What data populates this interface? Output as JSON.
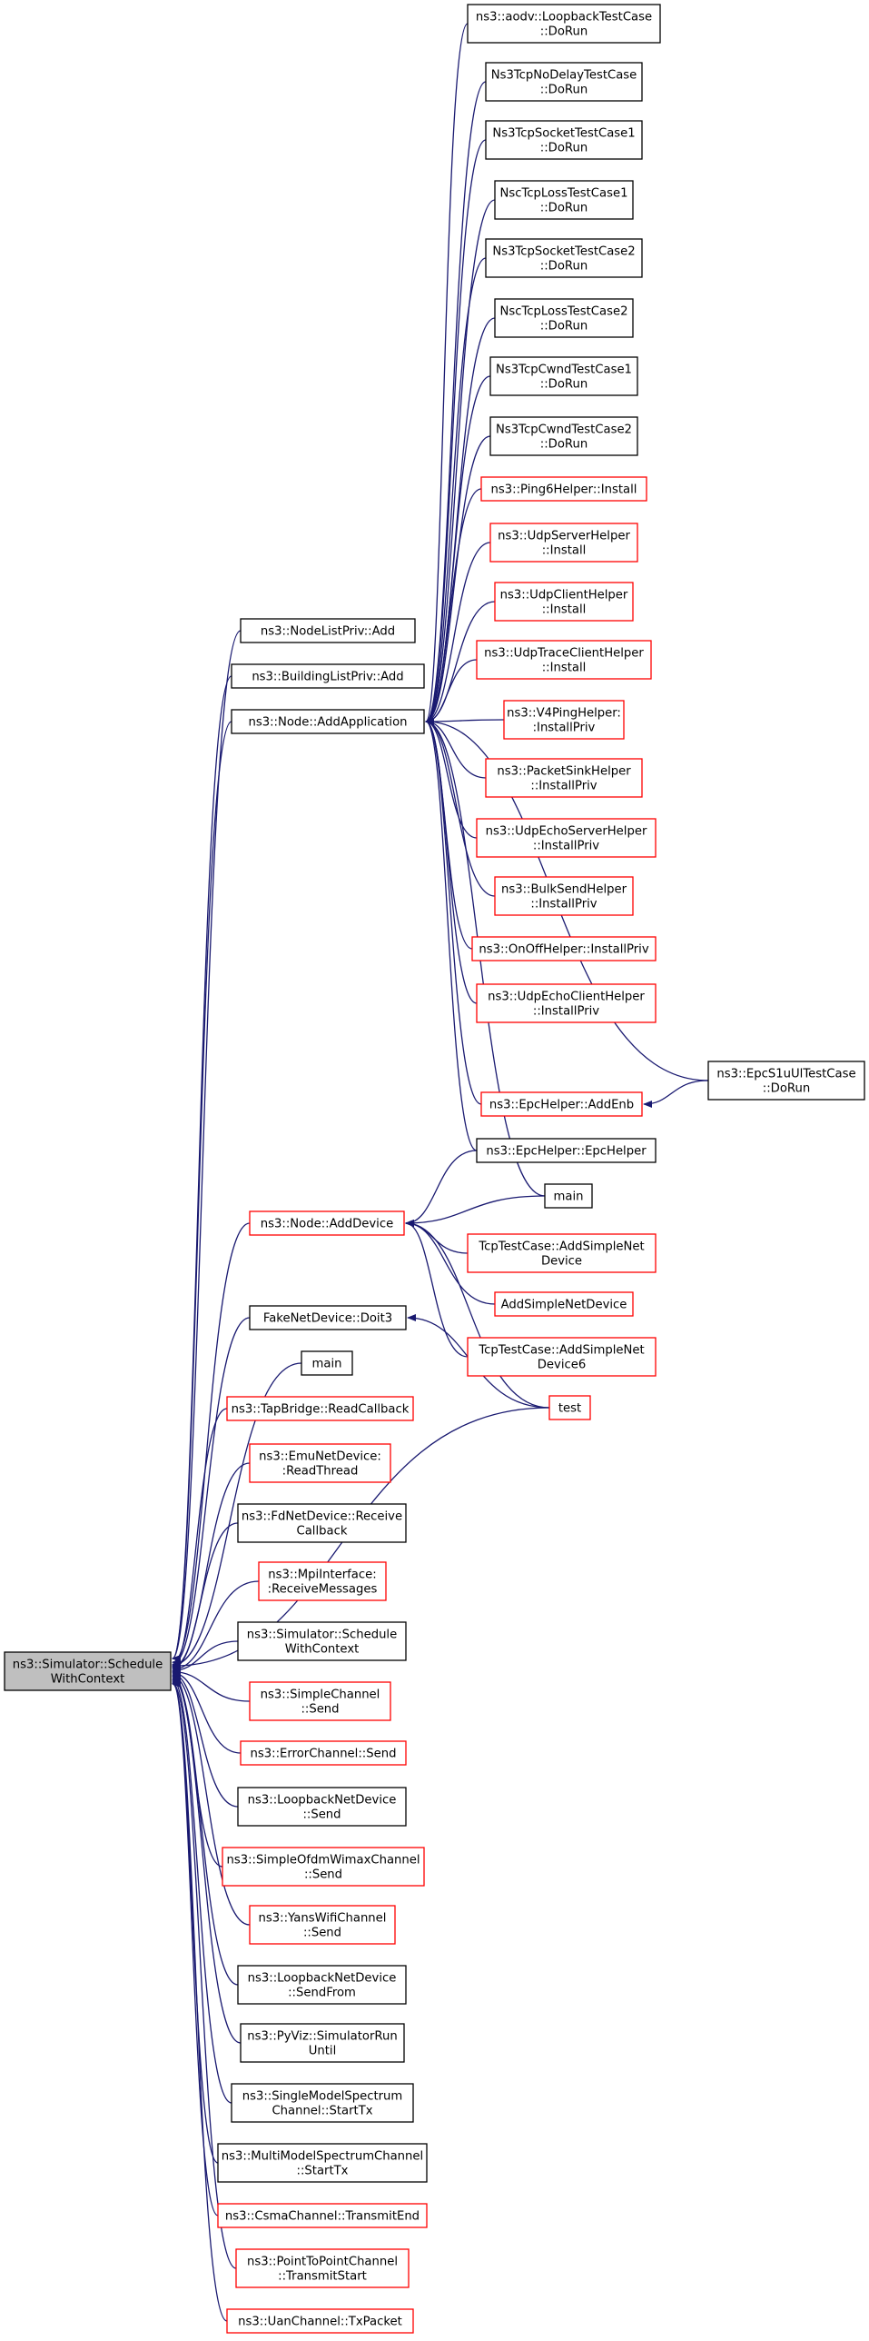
{
  "nodes": [
    {
      "id": "root",
      "lines": [
        "ns3::Simulator::Schedule",
        "WithContext"
      ],
      "color": "root"
    },
    {
      "id": "nodelist",
      "lines": [
        "ns3::NodeListPriv::Add"
      ],
      "color": "black"
    },
    {
      "id": "buildinglist",
      "lines": [
        "ns3::BuildingListPriv::Add"
      ],
      "color": "black"
    },
    {
      "id": "addapp",
      "lines": [
        "ns3::Node::AddApplication"
      ],
      "color": "black"
    },
    {
      "id": "aodv",
      "lines": [
        "ns3::aodv::LoopbackTestCase",
        "::DoRun"
      ],
      "color": "black"
    },
    {
      "id": "nodelay",
      "lines": [
        "Ns3TcpNoDelayTestCase",
        "::DoRun"
      ],
      "color": "black"
    },
    {
      "id": "socket1",
      "lines": [
        "Ns3TcpSocketTestCase1",
        "::DoRun"
      ],
      "color": "black"
    },
    {
      "id": "nscloss1",
      "lines": [
        "NscTcpLossTestCase1",
        "::DoRun"
      ],
      "color": "black"
    },
    {
      "id": "socket2",
      "lines": [
        "Ns3TcpSocketTestCase2",
        "::DoRun"
      ],
      "color": "black"
    },
    {
      "id": "nscloss2",
      "lines": [
        "NscTcpLossTestCase2",
        "::DoRun"
      ],
      "color": "black"
    },
    {
      "id": "cwnd1",
      "lines": [
        "Ns3TcpCwndTestCase1",
        "::DoRun"
      ],
      "color": "black"
    },
    {
      "id": "cwnd2",
      "lines": [
        "Ns3TcpCwndTestCase2",
        "::DoRun"
      ],
      "color": "black"
    },
    {
      "id": "ping6",
      "lines": [
        "ns3::Ping6Helper::Install"
      ],
      "color": "red"
    },
    {
      "id": "udpserver",
      "lines": [
        "ns3::UdpServerHelper",
        "::Install"
      ],
      "color": "red"
    },
    {
      "id": "udpclient",
      "lines": [
        "ns3::UdpClientHelper",
        "::Install"
      ],
      "color": "red"
    },
    {
      "id": "udptrace",
      "lines": [
        "ns3::UdpTraceClientHelper",
        "::Install"
      ],
      "color": "red"
    },
    {
      "id": "v4ping",
      "lines": [
        "ns3::V4PingHelper:",
        ":InstallPriv"
      ],
      "color": "red"
    },
    {
      "id": "packetsink",
      "lines": [
        "ns3::PacketSinkHelper",
        "::InstallPriv"
      ],
      "color": "red"
    },
    {
      "id": "echoserver",
      "lines": [
        "ns3::UdpEchoServerHelper",
        "::InstallPriv"
      ],
      "color": "red"
    },
    {
      "id": "bulksend",
      "lines": [
        "ns3::BulkSendHelper",
        "::InstallPriv"
      ],
      "color": "red"
    },
    {
      "id": "onoff",
      "lines": [
        "ns3::OnOffHelper::InstallPriv"
      ],
      "color": "red"
    },
    {
      "id": "echoclient",
      "lines": [
        "ns3::UdpEchoClientHelper",
        "::InstallPriv"
      ],
      "color": "red"
    },
    {
      "id": "epcs1u",
      "lines": [
        "ns3::EpcS1uUlTestCase",
        "::DoRun"
      ],
      "color": "black"
    },
    {
      "id": "addenb",
      "lines": [
        "ns3::EpcHelper::AddEnb"
      ],
      "color": "red"
    },
    {
      "id": "epchelper",
      "lines": [
        "ns3::EpcHelper::EpcHelper"
      ],
      "color": "black"
    },
    {
      "id": "main1",
      "lines": [
        "main"
      ],
      "color": "black"
    },
    {
      "id": "adddevice",
      "lines": [
        "ns3::Node::AddDevice"
      ],
      "color": "red"
    },
    {
      "id": "tcpadd",
      "lines": [
        "TcpTestCase::AddSimpleNet",
        "Device"
      ],
      "color": "red"
    },
    {
      "id": "addsimple",
      "lines": [
        "AddSimpleNetDevice"
      ],
      "color": "red"
    },
    {
      "id": "tcpadd6",
      "lines": [
        "TcpTestCase::AddSimpleNet",
        "Device6"
      ],
      "color": "red"
    },
    {
      "id": "fakenet",
      "lines": [
        "FakeNetDevice::Doit3"
      ],
      "color": "black"
    },
    {
      "id": "test",
      "lines": [
        "test"
      ],
      "color": "red"
    },
    {
      "id": "main2",
      "lines": [
        "main"
      ],
      "color": "black"
    },
    {
      "id": "tapbridge",
      "lines": [
        "ns3::TapBridge::ReadCallback"
      ],
      "color": "red"
    },
    {
      "id": "emunet",
      "lines": [
        "ns3::EmuNetDevice:",
        ":ReadThread"
      ],
      "color": "red"
    },
    {
      "id": "fdnet",
      "lines": [
        "ns3::FdNetDevice::Receive",
        "Callback"
      ],
      "color": "black"
    },
    {
      "id": "mpi",
      "lines": [
        "ns3::MpiInterface:",
        ":ReceiveMessages"
      ],
      "color": "red"
    },
    {
      "id": "schedctx",
      "lines": [
        "ns3::Simulator::Schedule",
        "WithContext"
      ],
      "color": "black"
    },
    {
      "id": "simplechan",
      "lines": [
        "ns3::SimpleChannel",
        "::Send"
      ],
      "color": "red"
    },
    {
      "id": "errorchan",
      "lines": [
        "ns3::ErrorChannel::Send"
      ],
      "color": "red"
    },
    {
      "id": "loopsend",
      "lines": [
        "ns3::LoopbackNetDevice",
        "::Send"
      ],
      "color": "black"
    },
    {
      "id": "ofdm",
      "lines": [
        "ns3::SimpleOfdmWimaxChannel",
        "::Send"
      ],
      "color": "red"
    },
    {
      "id": "yans",
      "lines": [
        "ns3::YansWifiChannel",
        "::Send"
      ],
      "color": "red"
    },
    {
      "id": "loopfrom",
      "lines": [
        "ns3::LoopbackNetDevice",
        "::SendFrom"
      ],
      "color": "black"
    },
    {
      "id": "pyviz",
      "lines": [
        "ns3::PyViz::SimulatorRun",
        "Until"
      ],
      "color": "black"
    },
    {
      "id": "singlespec",
      "lines": [
        "ns3::SingleModelSpectrum",
        "Channel::StartTx"
      ],
      "color": "black"
    },
    {
      "id": "multispec",
      "lines": [
        "ns3::MultiModelSpectrumChannel",
        "::StartTx"
      ],
      "color": "black"
    },
    {
      "id": "csma",
      "lines": [
        "ns3::CsmaChannel::TransmitEnd"
      ],
      "color": "red"
    },
    {
      "id": "p2p",
      "lines": [
        "ns3::PointToPointChannel",
        "::TransmitStart"
      ],
      "color": "red"
    },
    {
      "id": "uan",
      "lines": [
        "ns3::UanChannel::TxPacket"
      ],
      "color": "red"
    }
  ],
  "edges": [
    [
      "nodelist",
      "root"
    ],
    [
      "buildinglist",
      "root"
    ],
    [
      "addapp",
      "root"
    ],
    [
      "adddevice",
      "root"
    ],
    [
      "fakenet",
      "root"
    ],
    [
      "test",
      "root"
    ],
    [
      "main2",
      "root"
    ],
    [
      "tapbridge",
      "root"
    ],
    [
      "emunet",
      "root"
    ],
    [
      "fdnet",
      "root"
    ],
    [
      "mpi",
      "root"
    ],
    [
      "schedctx",
      "root"
    ],
    [
      "simplechan",
      "root"
    ],
    [
      "errorchan",
      "root"
    ],
    [
      "loopsend",
      "root"
    ],
    [
      "ofdm",
      "root"
    ],
    [
      "yans",
      "root"
    ],
    [
      "loopfrom",
      "root"
    ],
    [
      "pyviz",
      "root"
    ],
    [
      "singlespec",
      "root"
    ],
    [
      "multispec",
      "root"
    ],
    [
      "csma",
      "root"
    ],
    [
      "p2p",
      "root"
    ],
    [
      "uan",
      "root"
    ],
    [
      "aodv",
      "addapp"
    ],
    [
      "nodelay",
      "addapp"
    ],
    [
      "socket1",
      "addapp"
    ],
    [
      "nscloss1",
      "addapp"
    ],
    [
      "socket2",
      "addapp"
    ],
    [
      "nscloss2",
      "addapp"
    ],
    [
      "cwnd1",
      "addapp"
    ],
    [
      "cwnd2",
      "addapp"
    ],
    [
      "ping6",
      "addapp"
    ],
    [
      "udpserver",
      "addapp"
    ],
    [
      "udpclient",
      "addapp"
    ],
    [
      "udptrace",
      "addapp"
    ],
    [
      "v4ping",
      "addapp"
    ],
    [
      "packetsink",
      "addapp"
    ],
    [
      "echoserver",
      "addapp"
    ],
    [
      "bulksend",
      "addapp"
    ],
    [
      "onoff",
      "addapp"
    ],
    [
      "echoclient",
      "addapp"
    ],
    [
      "epcs1u",
      "addapp"
    ],
    [
      "addenb",
      "addapp"
    ],
    [
      "epchelper",
      "addapp"
    ],
    [
      "main1",
      "addapp"
    ],
    [
      "epcs1u",
      "addenb"
    ],
    [
      "epchelper",
      "adddevice"
    ],
    [
      "main1",
      "adddevice"
    ],
    [
      "tcpadd",
      "adddevice"
    ],
    [
      "addsimple",
      "adddevice"
    ],
    [
      "tcpadd6",
      "adddevice"
    ],
    [
      "test",
      "adddevice"
    ],
    [
      "test",
      "fakenet"
    ]
  ]
}
